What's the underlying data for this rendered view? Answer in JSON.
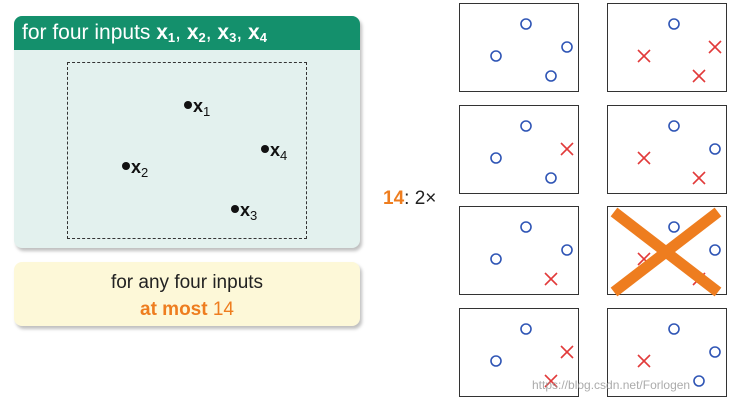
{
  "card": {
    "header_prefix": "for four inputs ",
    "header_vars": [
      {
        "sym": "x",
        "sub": "1"
      },
      {
        "sym": "x",
        "sub": "2"
      },
      {
        "sym": "x",
        "sub": "3"
      },
      {
        "sym": "x",
        "sub": "4"
      }
    ],
    "points": [
      {
        "sym": "x",
        "sub": "1"
      },
      {
        "sym": "x",
        "sub": "2"
      },
      {
        "sym": "x",
        "sub": "3"
      },
      {
        "sym": "x",
        "sub": "4"
      }
    ]
  },
  "note": {
    "line1": "for any four inputs",
    "line2_bold": "at most",
    "line2_value": "14"
  },
  "count": {
    "value": "14",
    "suffix": ": 2×"
  },
  "colors": {
    "header_green": "#14906c",
    "card_bg": "#e3f1ee",
    "note_bg": "#fdf8d8",
    "accent_orange": "#ee7d1f",
    "circle_blue": "#2f55b5",
    "cross_red": "#e23a3a"
  },
  "panels": [
    {
      "label": "panel-1",
      "marks": [
        "o",
        "o",
        "o",
        "o"
      ]
    },
    {
      "label": "panel-2",
      "marks": [
        "o",
        "x",
        "x",
        "x"
      ]
    },
    {
      "label": "panel-3",
      "marks": [
        "o",
        "o",
        "o",
        "x"
      ]
    },
    {
      "label": "panel-4",
      "marks": [
        "o",
        "x",
        "x",
        "o"
      ]
    },
    {
      "label": "panel-5",
      "marks": [
        "o",
        "o",
        "x",
        "o"
      ]
    },
    {
      "label": "panel-6",
      "marks": [
        "o",
        "x",
        "x",
        "o"
      ],
      "crossed_out": true
    },
    {
      "label": "panel-7",
      "marks": [
        "o",
        "o",
        "x",
        "x"
      ]
    },
    {
      "label": "panel-8",
      "marks": [
        "o",
        "x",
        "o",
        "o"
      ]
    }
  ],
  "watermark": "https://blog.csdn.net/Forlogen"
}
